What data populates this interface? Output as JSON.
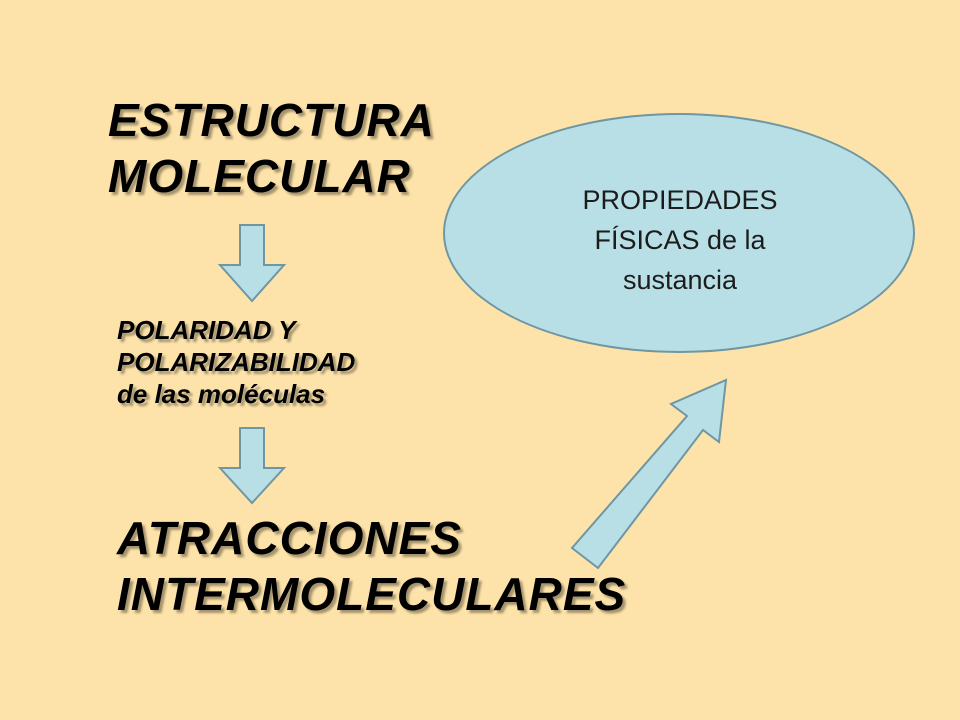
{
  "slide": {
    "structure_title": [
      "ESTRUCTURA",
      "MOLECULAR"
    ],
    "polarity_text": [
      "POLARIDAD Y",
      "POLARIZABILIDAD",
      "de las moléculas"
    ],
    "attractions_title": [
      "ATRACCIONES",
      "INTERMOLECULARES"
    ],
    "properties_text": [
      "PROPIEDADES",
      "FÍSICAS de la",
      "sustancia"
    ]
  },
  "colors": {
    "background": "#fde3a9",
    "arrow_fill": "#b9dfe6",
    "arrow_stroke": "#6f97a3",
    "ellipse_fill": "#b9dfe6"
  }
}
